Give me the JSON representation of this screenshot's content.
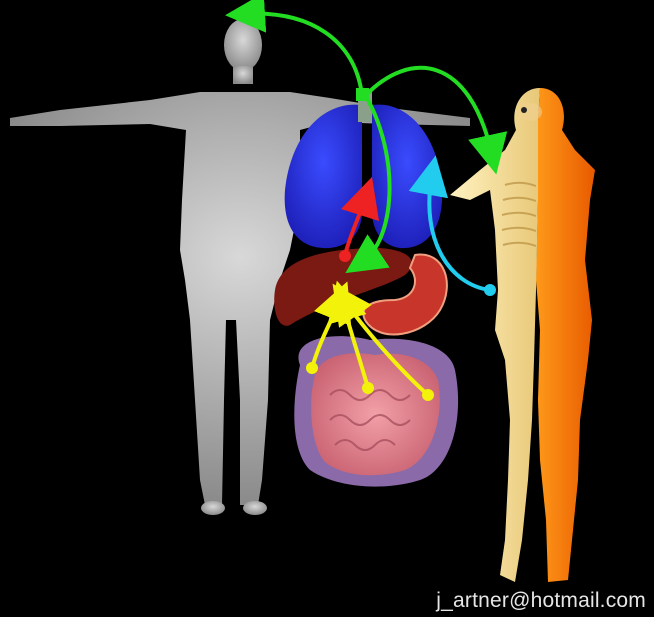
{
  "credit": "j_artner@hotmail.com",
  "colors": {
    "background": "#000000",
    "oxygen_arrows": "#22dd22",
    "nutrient_arrows": "#f2f20a",
    "liver_arrow": "#ee2222",
    "muscle_arrow": "#22ccee"
  },
  "figures": [
    "human-body",
    "lungs",
    "liver",
    "stomach",
    "intestines",
    "skeleton",
    "muscles"
  ]
}
